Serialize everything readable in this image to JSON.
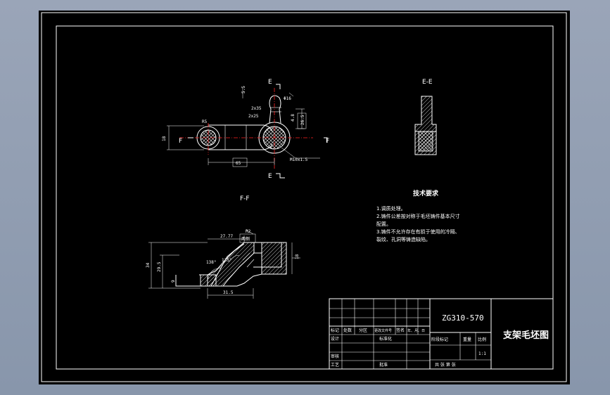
{
  "section_labels": {
    "e_top": "E",
    "e_bottom": "E",
    "f_left": "F",
    "f_right": "F",
    "view_ee": "E-E",
    "view_ff": "F-F"
  },
  "top_view_dims": {
    "d_5_5": "5.5",
    "d_phi16": "Φ16",
    "d_2x35": "2x35",
    "d_2x25": "2x25",
    "d_4_8": "4.8",
    "d_26_5": "26.5",
    "d_18": "18",
    "d_r5": "R5",
    "d_65": "65",
    "d_m10": "M10x1.5"
  },
  "ff_view_dims": {
    "d_27_77": "27.77",
    "d_r2": "R2",
    "d_angle_top": "138°",
    "d_angle_bottom": "135°",
    "d_34": "34",
    "d_29_5": "29.5",
    "d_9": "9",
    "d_18": "18",
    "d_31_5": "31.5",
    "d_pull_top": "两侧"
  },
  "tech_requirements": {
    "title": "技术要求",
    "items": [
      "1.调质处理。",
      "2.铸件公差按对称于毛坯铸件基本尺寸",
      "配置。",
      "3.铸件不允许存在有损于使用的冷隔、",
      "裂纹、孔洞等铸造缺陷。"
    ]
  },
  "title_block": {
    "drawing_no": "ZG310-570",
    "part_name": "支架毛坯图",
    "header_cells": [
      "标记",
      "处数",
      "分区",
      "更改文件号",
      "签名",
      "年、月、日"
    ],
    "row_labels": [
      "设计",
      "标准化",
      "审核",
      "工艺",
      "批准"
    ],
    "stage_labels": [
      "阶段标记",
      "重量",
      "比例"
    ],
    "scale": "1:1",
    "sheet_info": "共 张 第 张"
  }
}
